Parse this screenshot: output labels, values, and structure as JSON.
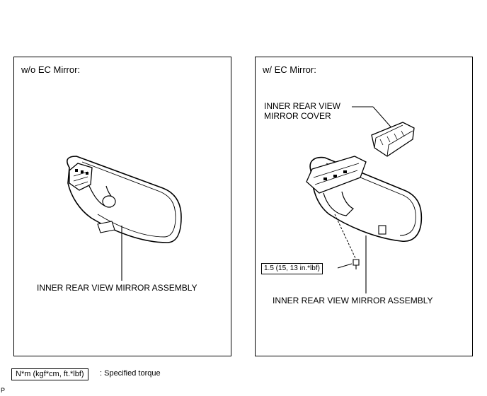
{
  "left_panel": {
    "title": "w/o EC Mirror:",
    "assembly_label": "INNER REAR VIEW MIRROR ASSEMBLY"
  },
  "right_panel": {
    "title": "w/ EC Mirror:",
    "cover_label_line1": "INNER REAR VIEW",
    "cover_label_line2": "MIRROR COVER",
    "torque_value": "1.5 (15, 13 in.*lbf)",
    "assembly_label": "INNER REAR VIEW MIRROR ASSEMBLY"
  },
  "legend": {
    "unit_box": "N*m (kgf*cm, ft.*lbf)",
    "description": ": Specified torque"
  },
  "corner_mark": "P"
}
